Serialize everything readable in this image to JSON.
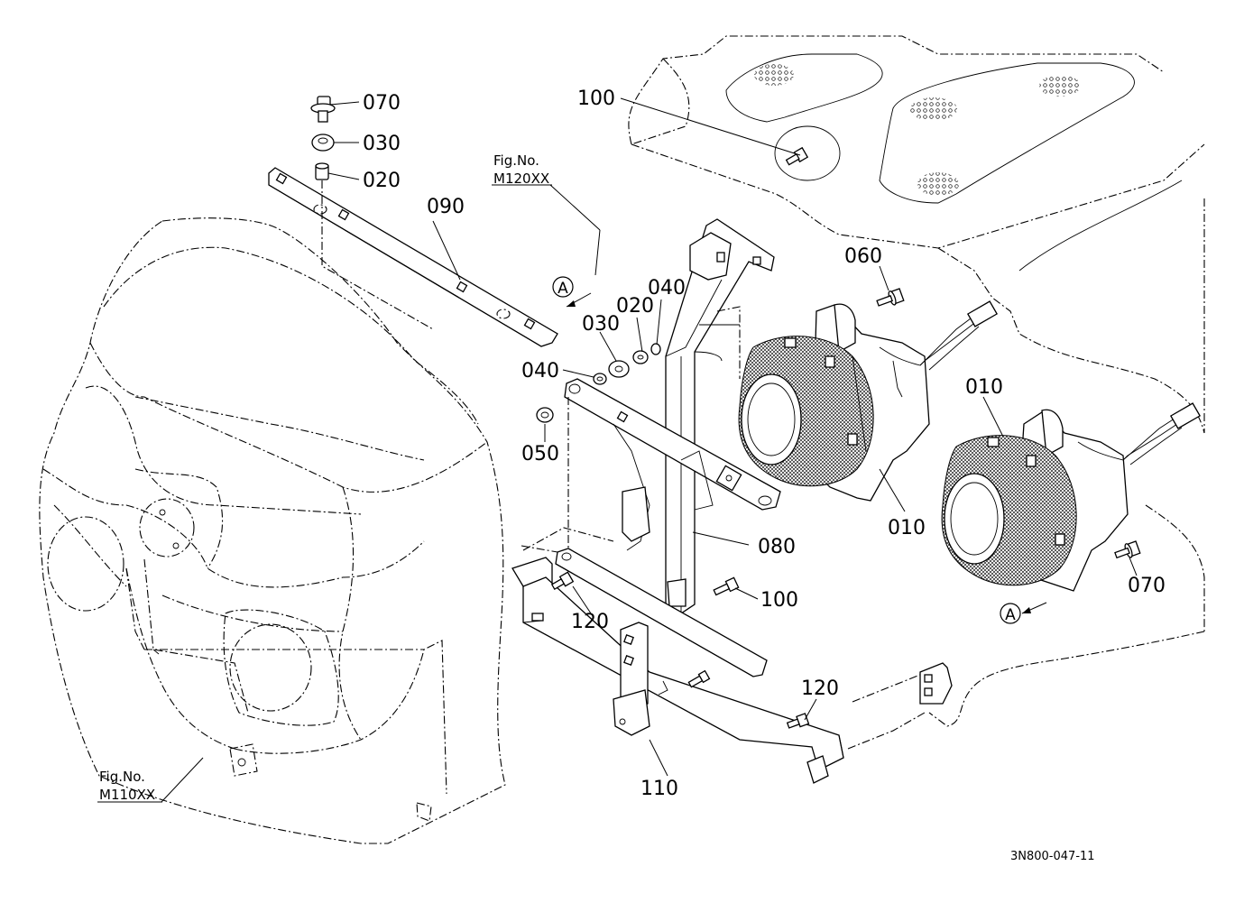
{
  "drawing_code": "3N800-047-11",
  "figure_refs": [
    {
      "fig_label": "Fig.No.",
      "fig_number": "M120XX"
    },
    {
      "fig_label": "Fig.No.",
      "fig_number": "M110XX"
    }
  ],
  "section_marker": "A",
  "part_labels": [
    "070",
    "030",
    "020",
    "090",
    "100",
    "030",
    "020",
    "040",
    "040",
    "050",
    "060",
    "010",
    "010",
    "080",
    "100",
    "070",
    "120",
    "120",
    "110"
  ]
}
